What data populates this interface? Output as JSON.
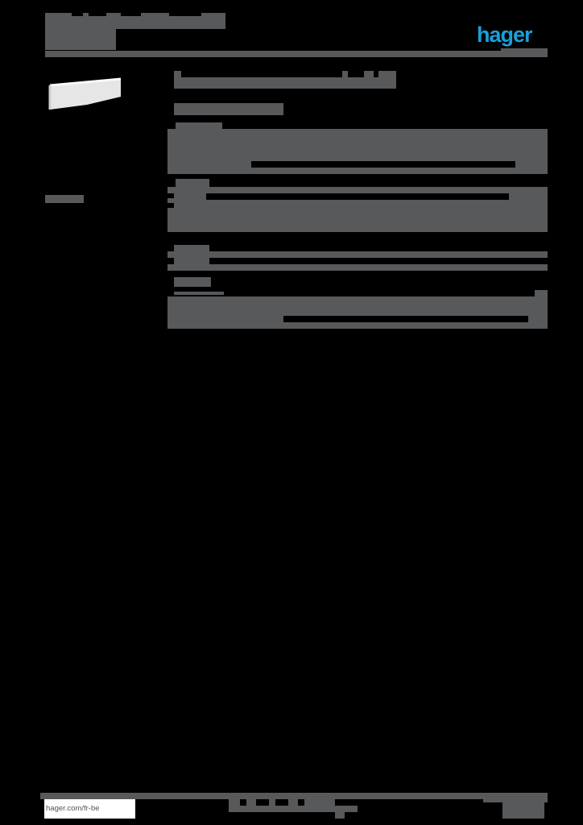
{
  "header": {
    "title_redacted": "",
    "subtitle_redacted": "",
    "brand_logo": "hager",
    "brand_color": "#1aa0dc",
    "text_color": "#58595b"
  },
  "product": {
    "image": "product-profile-image",
    "title_redacted": "",
    "reference_redacted": ""
  },
  "sections": [
    {
      "label": "section-1",
      "content_redacted": ""
    },
    {
      "label": "section-2",
      "content_redacted": ""
    },
    {
      "label": "section-3",
      "content_redacted": ""
    },
    {
      "label": "section-4",
      "content_redacted": ""
    }
  ],
  "sidebar": {
    "label_redacted": ""
  },
  "footer": {
    "url": "hager.com/fr-be",
    "center_redacted": "",
    "right_redacted": ""
  }
}
